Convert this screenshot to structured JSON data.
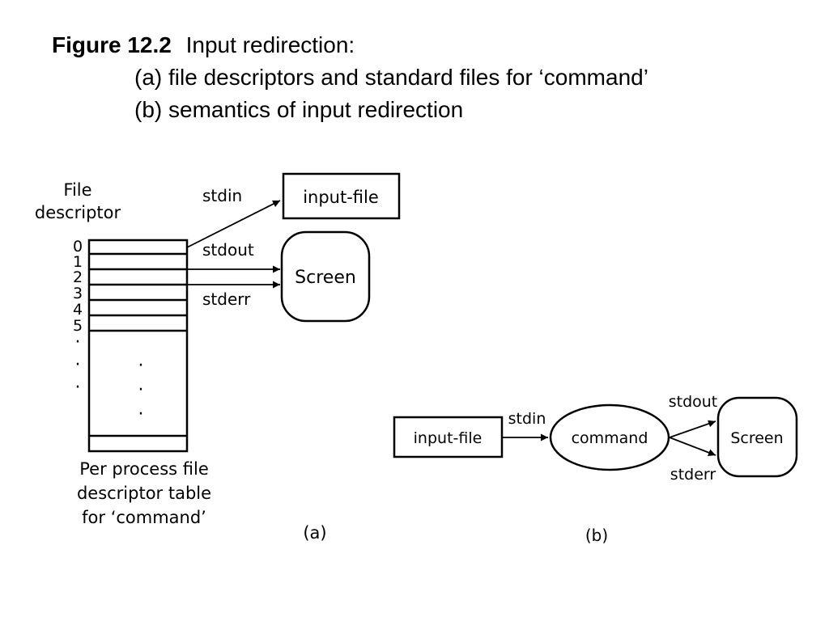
{
  "title": {
    "figure_label": "Figure 12.2",
    "heading": "Input redirection:",
    "line_a": "(a) file descriptors and standard files for ‘command’",
    "line_b": "(b) semantics of input redirection"
  },
  "part_a": {
    "fd_header_line1": "File",
    "fd_header_line2": "descriptor",
    "fd_numbers": [
      "0",
      "1",
      "2",
      "3",
      "4",
      "5"
    ],
    "ellipsis": "·",
    "stdin_label": "stdin",
    "stdout_label": "stdout",
    "stderr_label": "stderr",
    "input_file_box": "input-file",
    "screen_box": "Screen",
    "caption_line1": "Per process file",
    "caption_line2": "descriptor table",
    "caption_line3": "for ‘command’",
    "panel_label": "(a)"
  },
  "part_b": {
    "input_file_box": "input-file",
    "command_node": "command",
    "screen_box": "Screen",
    "stdin_label": "stdin",
    "stdout_label": "stdout",
    "stderr_label": "stderr",
    "panel_label": "(b)"
  }
}
